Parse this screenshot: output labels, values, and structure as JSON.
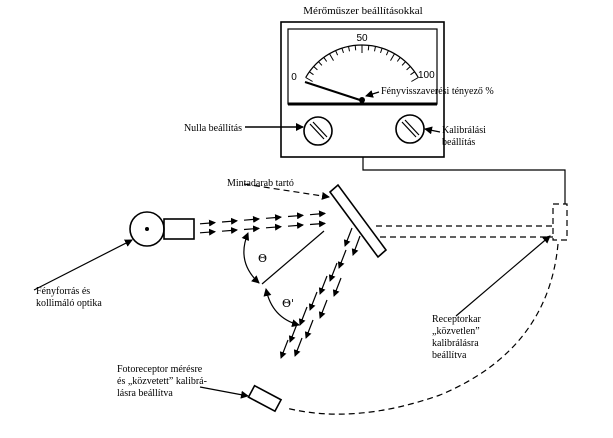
{
  "meter": {
    "title": "Mérőműszer beállításokkal",
    "scale": {
      "min": "0",
      "mid": "50",
      "max": "100"
    }
  },
  "labels": {
    "reflectance": "Fényvisszaverési tényező %",
    "zero": "Nulla beállítás",
    "calibration": [
      "Kalibrálási",
      "beállítás"
    ],
    "sample_holder": "Mintadarab tartó",
    "light_source": [
      "Fényforrás és",
      "kollimáló optika"
    ],
    "receptor_arm": [
      "Receptorkar",
      "„közvetlen”",
      "kalibrálásra",
      "beállítva"
    ],
    "photoreceptor": [
      "Fotoreceptor mérésre",
      "és „közvetett” kalibrá-",
      "lásra beállítva"
    ],
    "theta": "Θ",
    "theta_prime": "Θ'"
  }
}
